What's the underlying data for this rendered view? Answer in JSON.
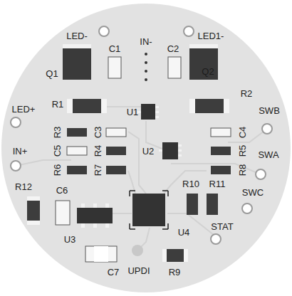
{
  "diagram": {
    "labels": [
      "LED-",
      "C1",
      "IN-",
      "C2",
      "LED1-",
      "Q1",
      "Q2",
      "R1",
      "U1",
      "R2",
      "LED+",
      "SWB",
      "R3",
      "C3",
      "C5",
      "R4",
      "R6",
      "R7",
      "U2",
      "IN+",
      "C4",
      "R5",
      "R8",
      "SWA",
      "R12",
      "C6",
      "R10",
      "R11",
      "SWC",
      "U3",
      "U4",
      "STAT",
      "C7",
      "UPDI",
      "R9"
    ]
  }
}
